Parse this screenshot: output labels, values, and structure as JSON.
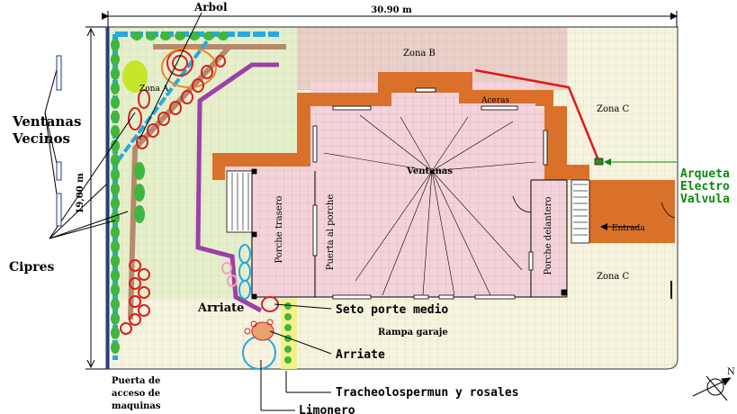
{
  "plan": {
    "dimension_width": "30.90 m",
    "dimension_height": "19,00 m",
    "zones": {
      "zona_a": "Zona A",
      "zona_b": "Zona B",
      "zona_c_upper": "Zona C",
      "zona_c_lower": "Zona C"
    },
    "labels": {
      "arbol": "Arbol",
      "ventanas_vecinos_line1": "Ventanas",
      "ventanas_vecinos_line2": "Vecinos",
      "cipres": "Cipres",
      "aceras": "Aceras",
      "ventanas": "Ventanas",
      "porche_trasero": "Porche trasero",
      "puerta_porche": "Puerta al porche",
      "porche_delantero": "Porche delantero",
      "entrada": "Entrada",
      "arriate_upper": "Arriate",
      "arriate_lower": "Arriate",
      "seto": "Seto porte medio",
      "rampa": "Rampa garaje",
      "puerta_acceso_line1": "Puerta de",
      "puerta_acceso_line2": "acceso de",
      "puerta_acceso_line3": "maquinas",
      "tracheo": "Tracheolospermun y rosales",
      "limonero": "Limonero",
      "arqueta_line1": "Arqueta",
      "arqueta_line2": "Electro",
      "arqueta_line3": "Valvula",
      "compass": "N"
    },
    "colors": {
      "lawn": "#e3eec9",
      "house_floor": "#f5d6dc",
      "zone_b": "#ead0c9",
      "wall": "#d9712b",
      "purple_path": "#9c40a8",
      "hedge": "#27a8e0",
      "green_label": "#0a8a0a"
    }
  }
}
